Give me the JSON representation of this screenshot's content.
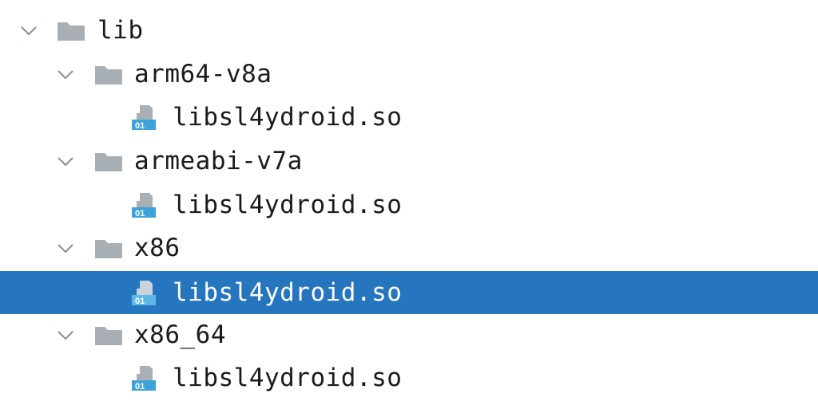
{
  "tree": {
    "nodes": [
      {
        "label": "lib",
        "kind": "folder",
        "expanded": true,
        "selected": false
      },
      {
        "label": "arm64-v8a",
        "kind": "folder",
        "expanded": true,
        "selected": false
      },
      {
        "label": "libsl4ydroid.so",
        "kind": "binary-file",
        "selected": false
      },
      {
        "label": "armeabi-v7a",
        "kind": "folder",
        "expanded": true,
        "selected": false
      },
      {
        "label": "libsl4ydroid.so",
        "kind": "binary-file",
        "selected": false
      },
      {
        "label": "x86",
        "kind": "folder",
        "expanded": true,
        "selected": false
      },
      {
        "label": "libsl4ydroid.so",
        "kind": "binary-file",
        "selected": true
      },
      {
        "label": "x86_64",
        "kind": "folder",
        "expanded": true,
        "selected": false
      },
      {
        "label": "libsl4ydroid.so",
        "kind": "binary-file",
        "selected": false
      }
    ],
    "icons": {
      "chevron": "chevron-down-icon",
      "folder": "folder-icon",
      "file": "binary-file-icon",
      "file_badge_text": "01"
    },
    "colors": {
      "selection": "#2675bf",
      "folder": "#a9b0b5",
      "file_badge": "#3ea3d6",
      "chevron": "#8a8f94"
    }
  }
}
